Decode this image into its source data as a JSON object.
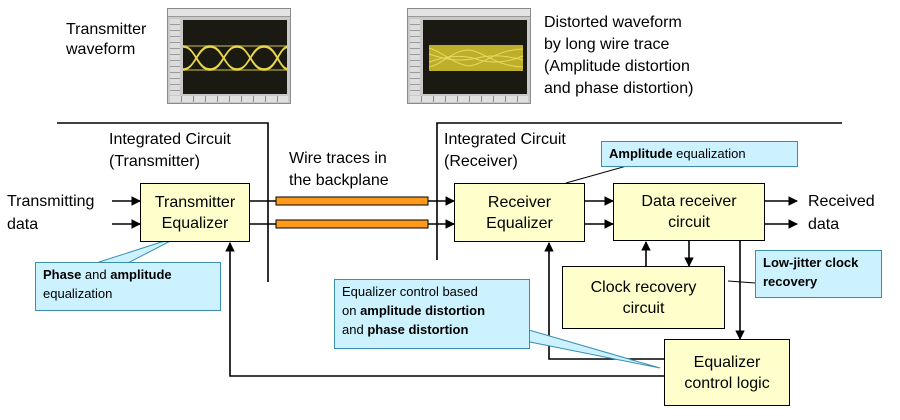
{
  "top": {
    "tx_waveform_label": "Transmitter\nwaveform",
    "rx_waveform_label": "Distorted waveform\nby long wire trace\n(Amplitude distortion\nand phase distortion)"
  },
  "sections": {
    "tx_ic": "Integrated Circuit\n(Transmitter)",
    "wires": "Wire traces in\nthe backplane",
    "rx_ic": "Integrated Circuit\n(Receiver)"
  },
  "io": {
    "input": "Transmitting\ndata",
    "output": "Received\ndata"
  },
  "blocks": {
    "tx_equalizer": "Transmitter\nEqualizer",
    "rx_equalizer": "Receiver\nEqualizer",
    "data_receiver": "Data receiver\ncircuit",
    "clock_recovery": "Clock recovery\ncircuit",
    "eq_control": "Equalizer\ncontrol logic"
  },
  "callouts": {
    "amplitude_eq": {
      "bold": "Amplitude",
      "rest": " equalization"
    },
    "phase_amp_eq": {
      "b1": "Phase",
      "t1": " and ",
      "b2": "amplitude",
      "t2": "equalization"
    },
    "eq_control_basis": {
      "t1": "Equalizer control based",
      "t2": "on ",
      "b1": "amplitude distortion",
      "t3": "and ",
      "b2": "phase distortion"
    },
    "low_jitter": {
      "bold": "Low-jitter clock\nrecovery"
    }
  },
  "colors": {
    "block_fill": "#ffffcc",
    "callout_fill": "#ccf2ff",
    "trace_fill": "#ff9a1a",
    "waveform": "#e8d64a"
  }
}
